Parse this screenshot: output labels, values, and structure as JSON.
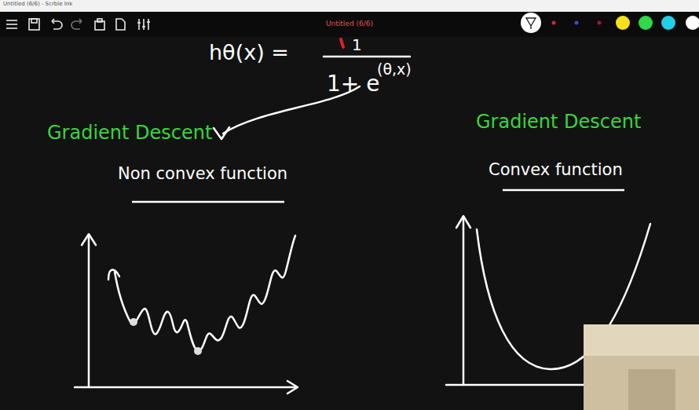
{
  "diagram": {
    "labels": [
      "Untitled (6/6) - Scrble Ink",
      "Untitled (6/6)",
      "hθ(x) =",
      "1",
      "1+ e",
      "(θ,x)",
      "Gradient Descent",
      "Non convex function",
      "Gradient Descent",
      "Convex function"
    ]
  }
}
